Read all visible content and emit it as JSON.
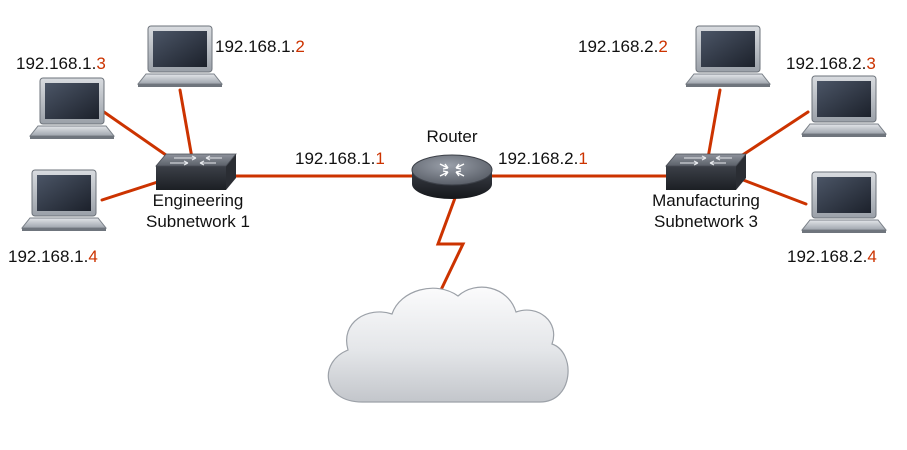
{
  "router": {
    "label": "Router"
  },
  "subnets": [
    {
      "label_line1": "Engineering",
      "label_line2": "Subnetwork 1"
    },
    {
      "label_line1": "Manufacturing",
      "label_line2": "Subnetwork 3"
    }
  ],
  "addresses": {
    "r1": {
      "net": "192.168.1.",
      "host": "1"
    },
    "r2": {
      "net": "192.168.2.",
      "host": "1"
    },
    "h12": {
      "net": "192.168.1.",
      "host": "2"
    },
    "h13": {
      "net": "192.168.1.",
      "host": "3"
    },
    "h14": {
      "net": "192.168.1.",
      "host": "4"
    },
    "h22": {
      "net": "192.168.2.",
      "host": "2"
    },
    "h23": {
      "net": "192.168.2.",
      "host": "3"
    },
    "h24": {
      "net": "192.168.2.",
      "host": "4"
    }
  },
  "colors": {
    "link": "#cc3300",
    "host_octet": "#cc3300",
    "text": "#111111"
  },
  "icons": {
    "router": "router-icon",
    "switch": "switch-icon",
    "laptop": "laptop-icon",
    "cloud": "cloud-icon"
  }
}
